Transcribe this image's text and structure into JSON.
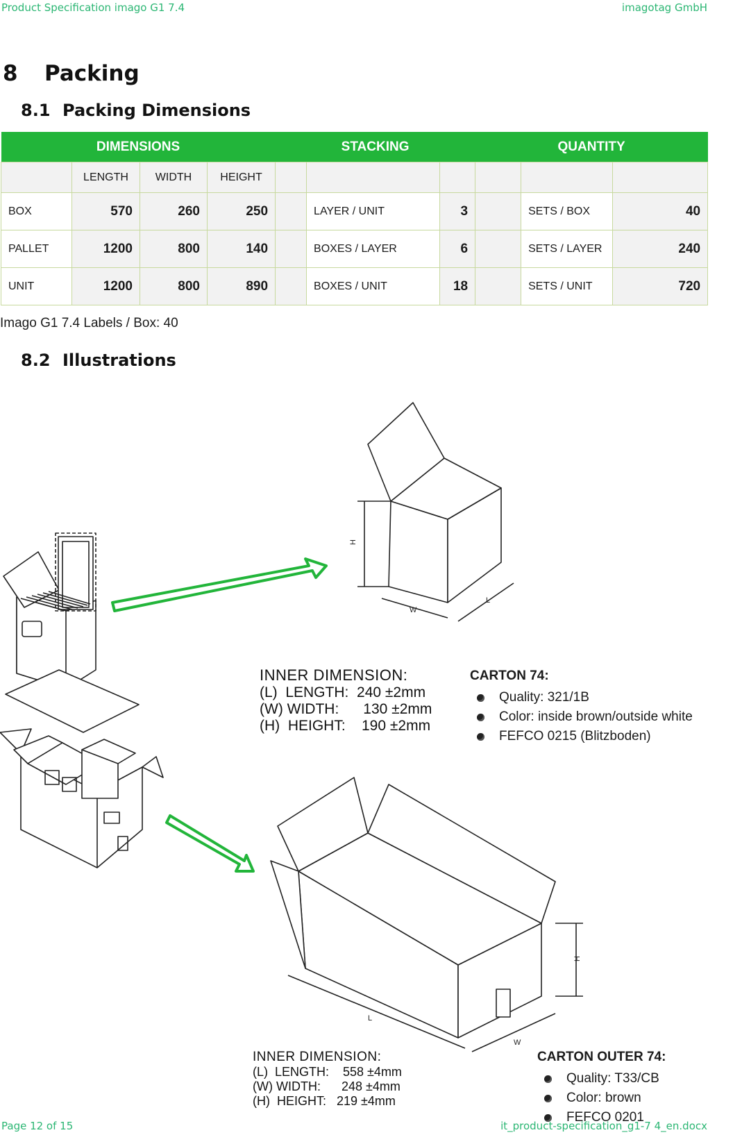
{
  "header": {
    "left": "Product Specification imago G1 7.4",
    "right": "imagotag GmbH"
  },
  "footer": {
    "left": "Page 12 of 15",
    "right": "it_product-specification_g1-7 4_en.docx"
  },
  "section": {
    "number": "8",
    "title": "Packing"
  },
  "sub1": {
    "number": "8.1",
    "title": "Packing Dimensions"
  },
  "sub2": {
    "number": "8.2",
    "title": "Illustrations"
  },
  "table": {
    "groups": [
      "DIMENSIONS",
      "STACKING",
      "QUANTITY"
    ],
    "columns": [
      "LENGTH",
      "WIDTH",
      "HEIGHT"
    ],
    "rows": [
      {
        "name": "BOX",
        "length": "570",
        "width": "260",
        "height": "250",
        "stack_label": "LAYER / UNIT",
        "stack_value": "3",
        "qty_label": "SETS / BOX",
        "qty_value": "40"
      },
      {
        "name": "PALLET",
        "length": "1200",
        "width": "800",
        "height": "140",
        "stack_label": "BOXES / LAYER",
        "stack_value": "6",
        "qty_label": "SETS / LAYER",
        "qty_value": "240"
      },
      {
        "name": "UNIT",
        "length": "1200",
        "width": "800",
        "height": "890",
        "stack_label": "BOXES / UNIT",
        "stack_value": "18",
        "qty_label": "SETS / UNIT",
        "qty_value": "720"
      }
    ]
  },
  "note": "Imago G1 7.4 Labels / Box: 40",
  "inner_small": {
    "title": "INNER DIMENSION:",
    "rows": [
      "(L)  LENGTH:  240 ±2mm",
      "(W) WIDTH:      130 ±2mm",
      "(H)  HEIGHT:    190 ±2mm"
    ]
  },
  "inner_large": {
    "title": "INNER DIMENSION:",
    "rows": [
      "(L)  LENGTH:    558 ±4mm",
      "(W) WIDTH:      248 ±4mm",
      "(H)  HEIGHT:   219 ±4mm"
    ]
  },
  "carton74": {
    "title": "CARTON 74:",
    "items": [
      "Quality: 321/1B",
      "Color: inside brown/outside white",
      "FEFCO 0215 (Blitzboden)"
    ]
  },
  "carton_outer74": {
    "title": "CARTON OUTER 74:",
    "items": [
      "Quality: T33/CB",
      "Color: brown",
      "FEFCO 0201"
    ]
  },
  "dim_letters": {
    "h": "H",
    "w": "W",
    "l": "L"
  },
  "colors": {
    "accent": "#22b53a",
    "header_text": "#2bb673"
  }
}
